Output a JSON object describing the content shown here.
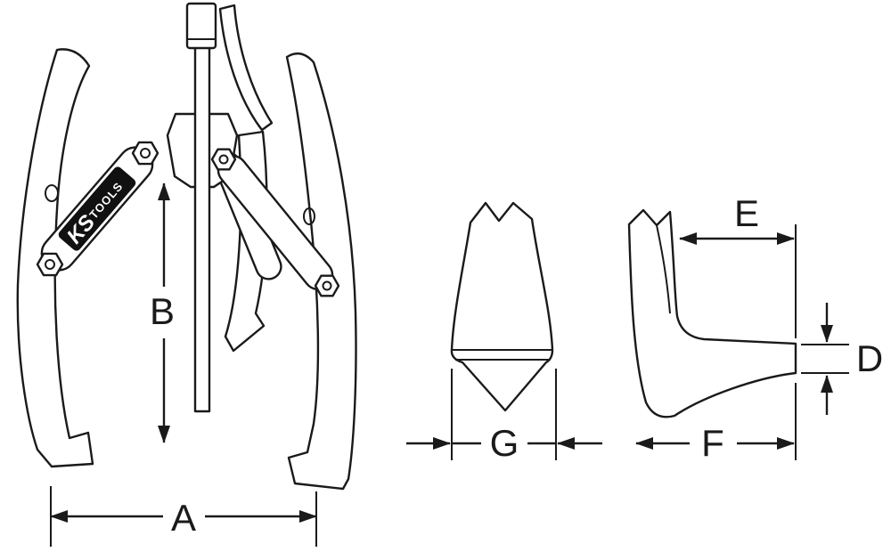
{
  "colors": {
    "stroke": "#1a1a1a",
    "background": "#ffffff",
    "logo_background": "#111111",
    "logo_text": "#ffffff"
  },
  "logo": {
    "ks": "KS",
    "tools": "TOOLS"
  },
  "dimensions": {
    "a": "A",
    "b": "B",
    "d": "D",
    "e": "E",
    "f": "F",
    "g": "G"
  }
}
